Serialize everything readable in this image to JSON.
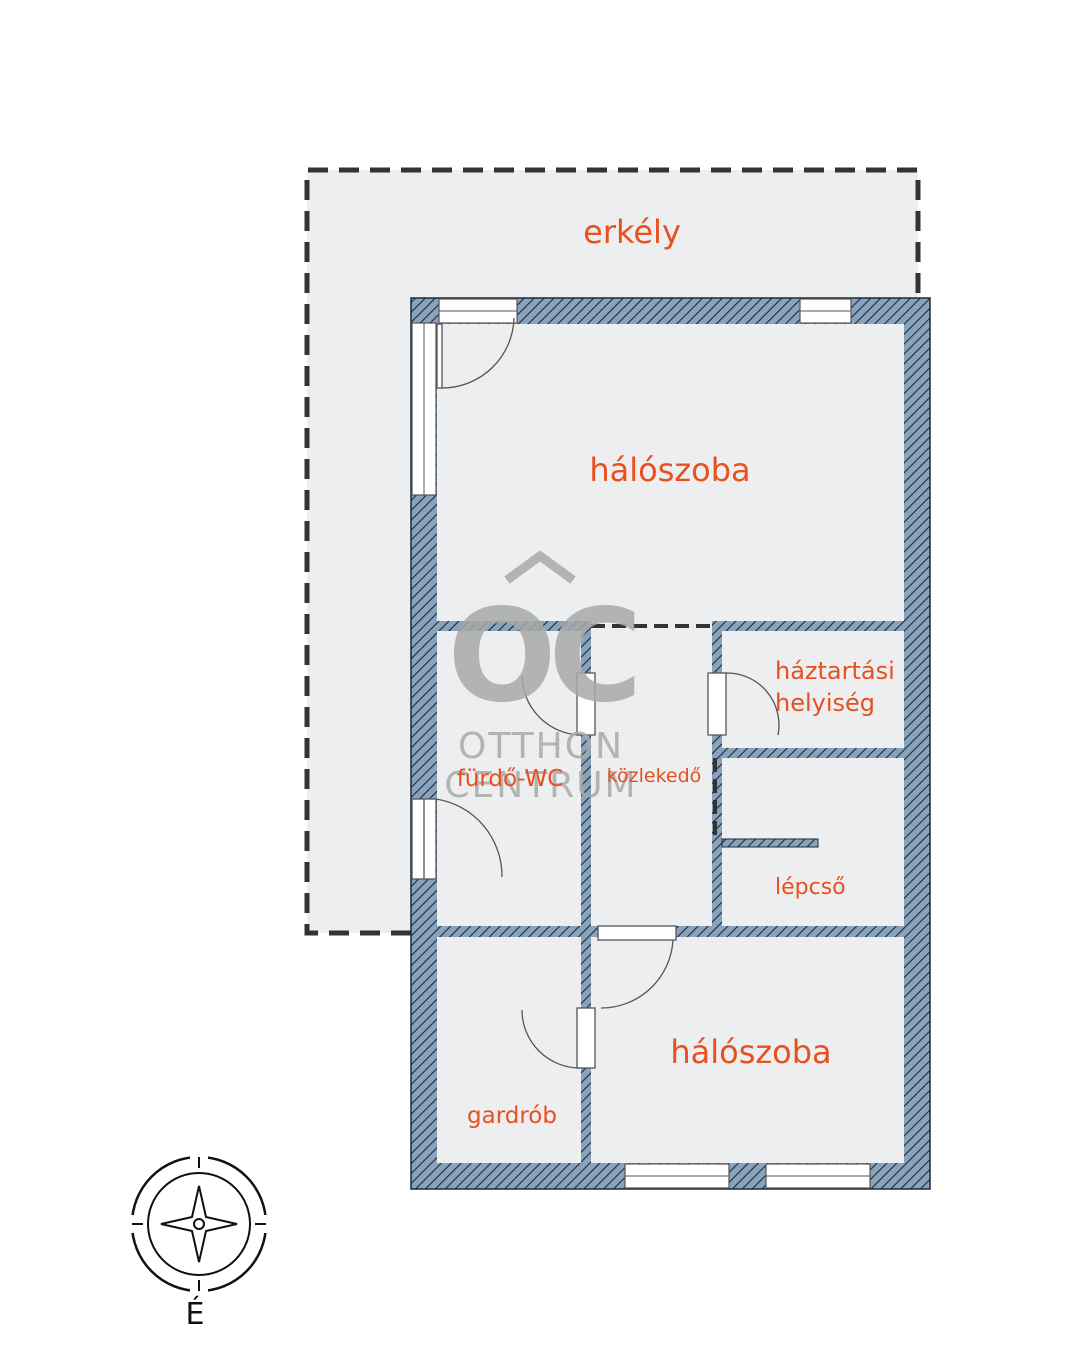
{
  "rooms": {
    "balcony": "erkély",
    "bedroom_top": "hálószoba",
    "utility_line1": "háztartási",
    "utility_line2": "helyiség",
    "bathroom": "fürdő-WC",
    "hallway": "közlekedő",
    "stairs": "lépcső",
    "bedroom_bottom": "hálószoba",
    "wardrobe": "gardrób"
  },
  "watermark": {
    "monogram": "OC",
    "line1": "OTTHON",
    "line2": "CENTRUM"
  },
  "compass": {
    "north_label": "É",
    "icon": "compass-icon"
  },
  "colors": {
    "room_fill": "#eceef0",
    "wall_fill": "#8aa3bd",
    "wall_stroke": "#1b2a3a",
    "label": "#e8501f",
    "watermark": "#a9a9a9"
  }
}
